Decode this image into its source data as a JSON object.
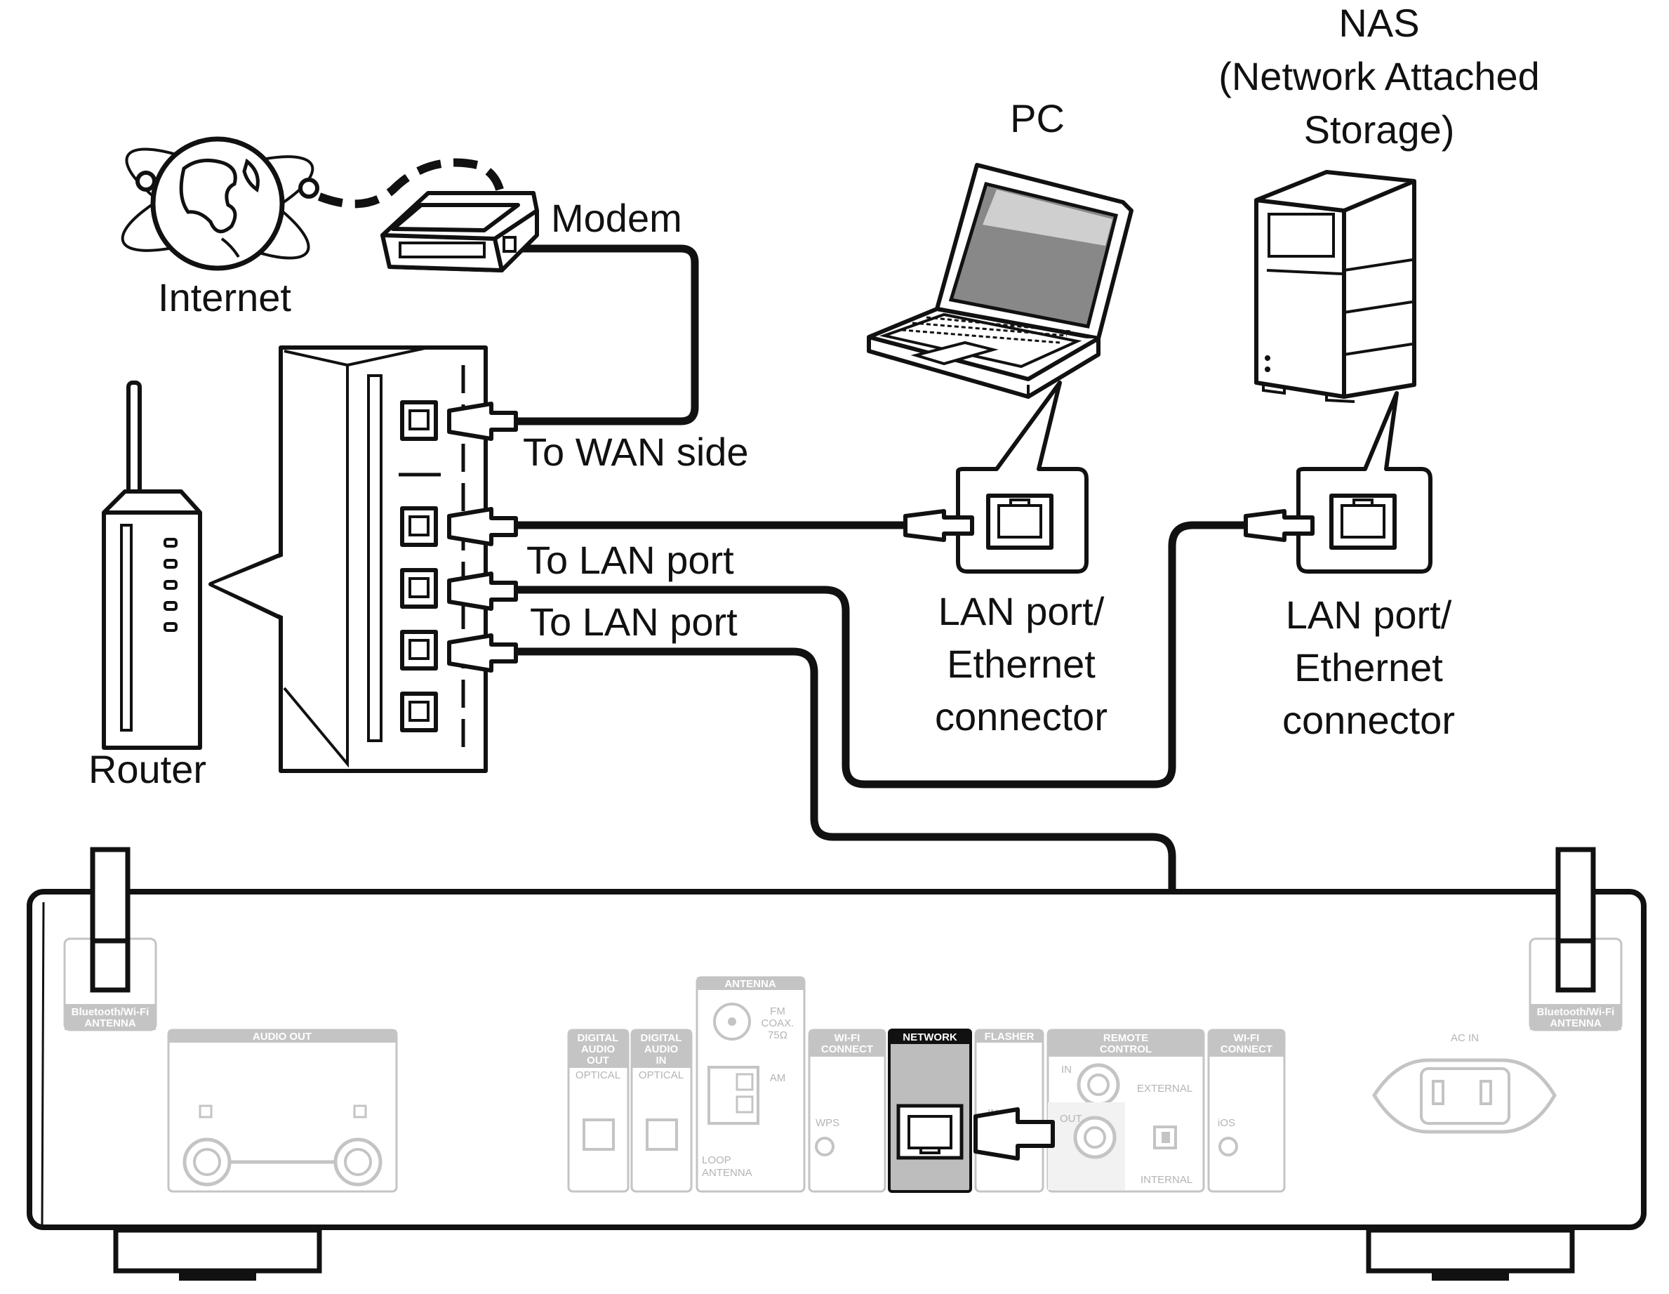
{
  "labels": {
    "internet": "Internet",
    "modem": "Modem",
    "router": "Router",
    "pc": "PC",
    "nas_line1": "NAS",
    "nas_line2": "(Network Attached",
    "nas_line3": "Storage)",
    "to_wan": "To WAN side",
    "to_lan_1": "To LAN port",
    "to_lan_2": "To LAN port",
    "pc_port_line1": "LAN port/",
    "pc_port_line2": "Ethernet",
    "pc_port_line3": "connector",
    "nas_port_line1": "LAN port/",
    "nas_port_line2": "Ethernet",
    "nas_port_line3": "connector"
  },
  "rear_panel": {
    "antenna_left_line1": "Bluetooth/Wi-Fi",
    "antenna_left_line2": "ANTENNA",
    "antenna_right_line1": "Bluetooth/Wi-Fi",
    "antenna_right_line2": "ANTENNA",
    "audio_out": "AUDIO OUT",
    "digital_out_line1": "DIGITAL",
    "digital_out_line2": "AUDIO",
    "digital_out_line3": "OUT",
    "digital_out_sub": "OPTICAL",
    "digital_in_line1": "DIGITAL",
    "digital_in_line2": "AUDIO",
    "digital_in_line3": "IN",
    "digital_in_sub": "OPTICAL",
    "antenna": "ANTENNA",
    "fm_line1": "FM",
    "fm_line2": "COAX.",
    "fm_line3": "75Ω",
    "am": "AM",
    "loop_line1": "LOOP",
    "loop_line2": "ANTENNA",
    "wifi_connect_line1": "WI-FI",
    "wifi_connect_line2": "CONNECT",
    "wps": "WPS",
    "network": "NETWORK",
    "flasher": "FLASHER",
    "flasher_in": "IN",
    "remote_line1": "REMOTE",
    "remote_line2": "CONTROL",
    "remote_in": "IN",
    "remote_out": "OUT",
    "external": "EXTERNAL",
    "internal": "INTERNAL",
    "wifi_connect2_line1": "WI-FI",
    "wifi_connect2_line2": "CONNECT",
    "ios": "iOS",
    "ac_in": "AC IN"
  },
  "icons": [
    "globe-icon",
    "modem-icon",
    "router-icon",
    "laptop-icon",
    "nas-tower-icon",
    "ethernet-port-icon",
    "ethernet-plug-icon"
  ],
  "colors": {
    "ink": "#111111",
    "panel_gray": "#c4c4c4",
    "network_gray": "#bdbdbd"
  }
}
